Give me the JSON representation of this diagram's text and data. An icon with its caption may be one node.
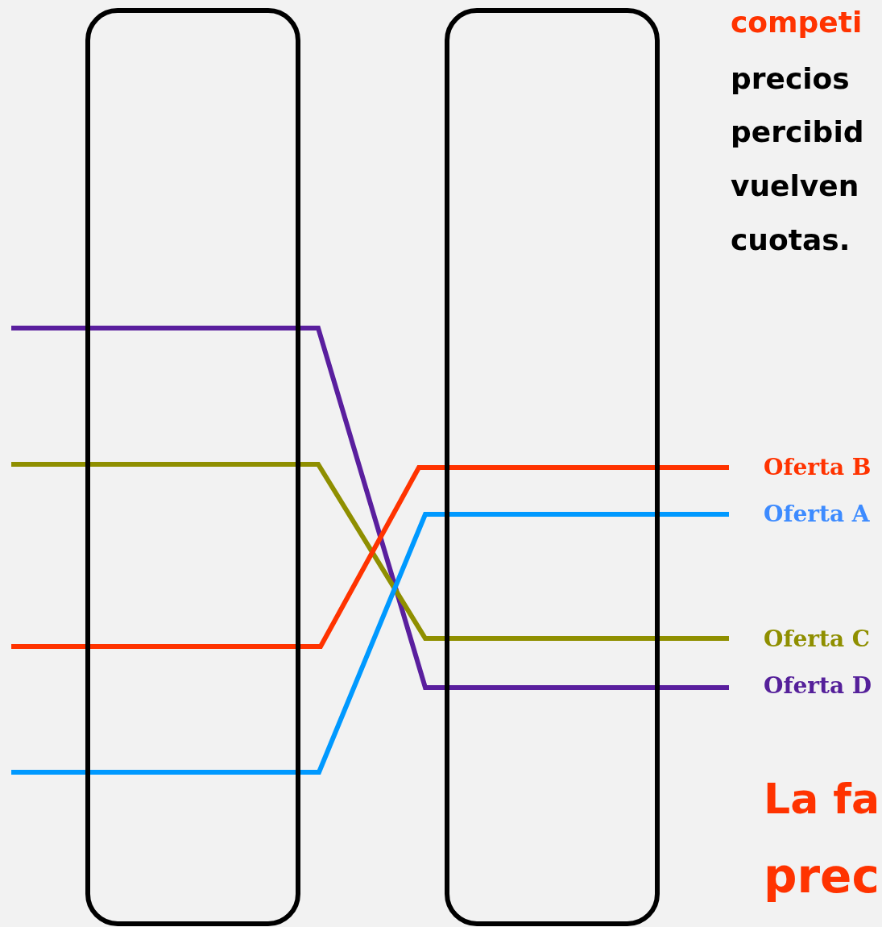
{
  "diagram": {
    "nodes": [
      {
        "text": [],
        "shape": "box"
      },
      {
        "text": [],
        "shape": "box"
      },
      {
        "text": [
          "Oferta B"
        ]
      },
      {
        "text": [
          "Oferta A"
        ]
      },
      {
        "text": [
          "Oferta C"
        ]
      },
      {
        "text": [
          "Oferta D"
        ]
      }
    ],
    "edges": [
      {
        "from": null,
        "to": 5,
        "arrow": "none",
        "color": "#5a1f9e"
      },
      {
        "from": null,
        "to": 4,
        "arrow": "none",
        "color": "#8f8f00"
      },
      {
        "from": null,
        "to": 2,
        "arrow": "none",
        "color": "#ff3300"
      },
      {
        "from": null,
        "to": 3,
        "arrow": "none",
        "color": "#0099ff"
      }
    ],
    "labels": [
      "competi",
      "precios",
      "percibid",
      "vuelven",
      "cuotas.",
      "La fa",
      "prec"
    ]
  }
}
